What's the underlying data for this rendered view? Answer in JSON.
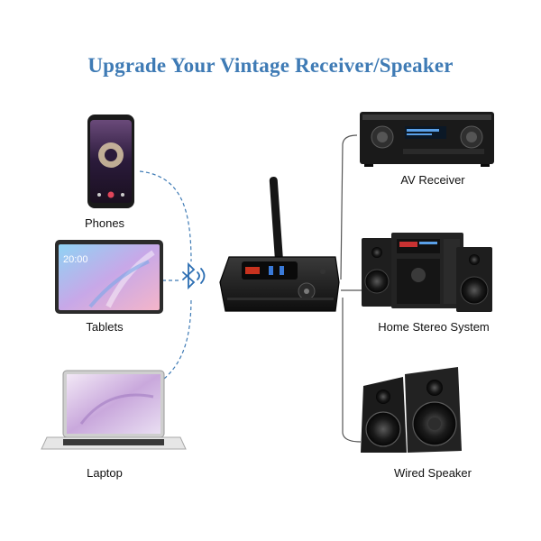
{
  "title": "Upgrade Your Vintage Receiver/Speaker",
  "sources": {
    "phones": "Phones",
    "tablets": "Tablets",
    "laptop": "Laptop"
  },
  "outputs": {
    "av_receiver": "AV Receiver",
    "home_stereo": "Home Stereo System",
    "wired_speaker": "Wired Speaker"
  },
  "tablet_clock": "20:00",
  "colors": {
    "title": "#3f7bb5",
    "dashed_line": "#3f7bb5",
    "bluetooth": "#2d6fb3",
    "device_dark": "#1c1c1c"
  },
  "icons": [
    "bluetooth-icon",
    "phone-icon",
    "tablet-icon",
    "laptop-icon",
    "transmitter-icon",
    "av-receiver-icon",
    "stereo-system-icon",
    "speaker-icon"
  ]
}
